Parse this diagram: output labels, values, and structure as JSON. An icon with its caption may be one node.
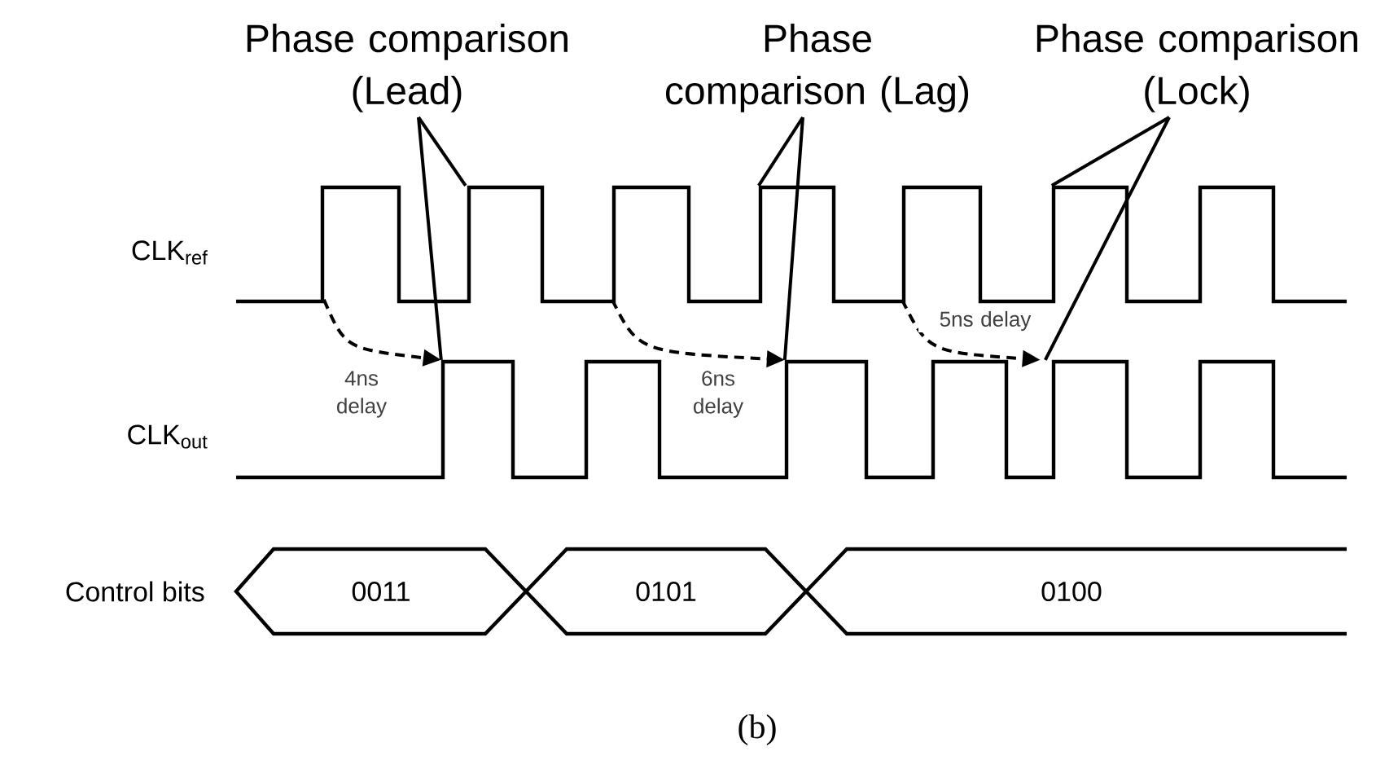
{
  "diagram": {
    "caption": "(b)",
    "nodes": [
      {
        "text": [
          "Phase comparison (Lead)"
        ]
      },
      {
        "text": [
          "Phase comparison (Lag)"
        ]
      },
      {
        "text": [
          "Phase comparison (Lock)"
        ]
      },
      {
        "text": [],
        "shape": "waveform",
        "beside": [
          "CLK$_{ref}$"
        ]
      },
      {
        "text": [],
        "shape": "waveform",
        "beside": [
          "CLK$_{out}$"
        ]
      },
      {
        "text": [
          "0011"
        ]
      },
      {
        "text": [
          "0101"
        ]
      },
      {
        "text": [
          "0100"
        ]
      }
    ],
    "edges": [
      {
        "from": 0,
        "to": 3,
        "arrow": "none"
      },
      {
        "from": 0,
        "to": 4,
        "arrow": "none"
      },
      {
        "from": 1,
        "to": 3,
        "arrow": "none"
      },
      {
        "from": 1,
        "to": 4,
        "arrow": "none"
      },
      {
        "from": 2,
        "to": 3,
        "arrow": "none"
      },
      {
        "from": 2,
        "to": 4,
        "arrow": "none"
      },
      {
        "from": 3,
        "to": 4,
        "arrow": "to",
        "style": "dashed",
        "label": "4ns delay"
      },
      {
        "from": 3,
        "to": 4,
        "arrow": "to",
        "style": "dashed",
        "label": "6ns delay"
      },
      {
        "from": 3,
        "to": 4,
        "arrow": "to",
        "style": "dashed",
        "label": "5ns delay"
      }
    ],
    "labels": [
      "Control bits"
    ]
  }
}
